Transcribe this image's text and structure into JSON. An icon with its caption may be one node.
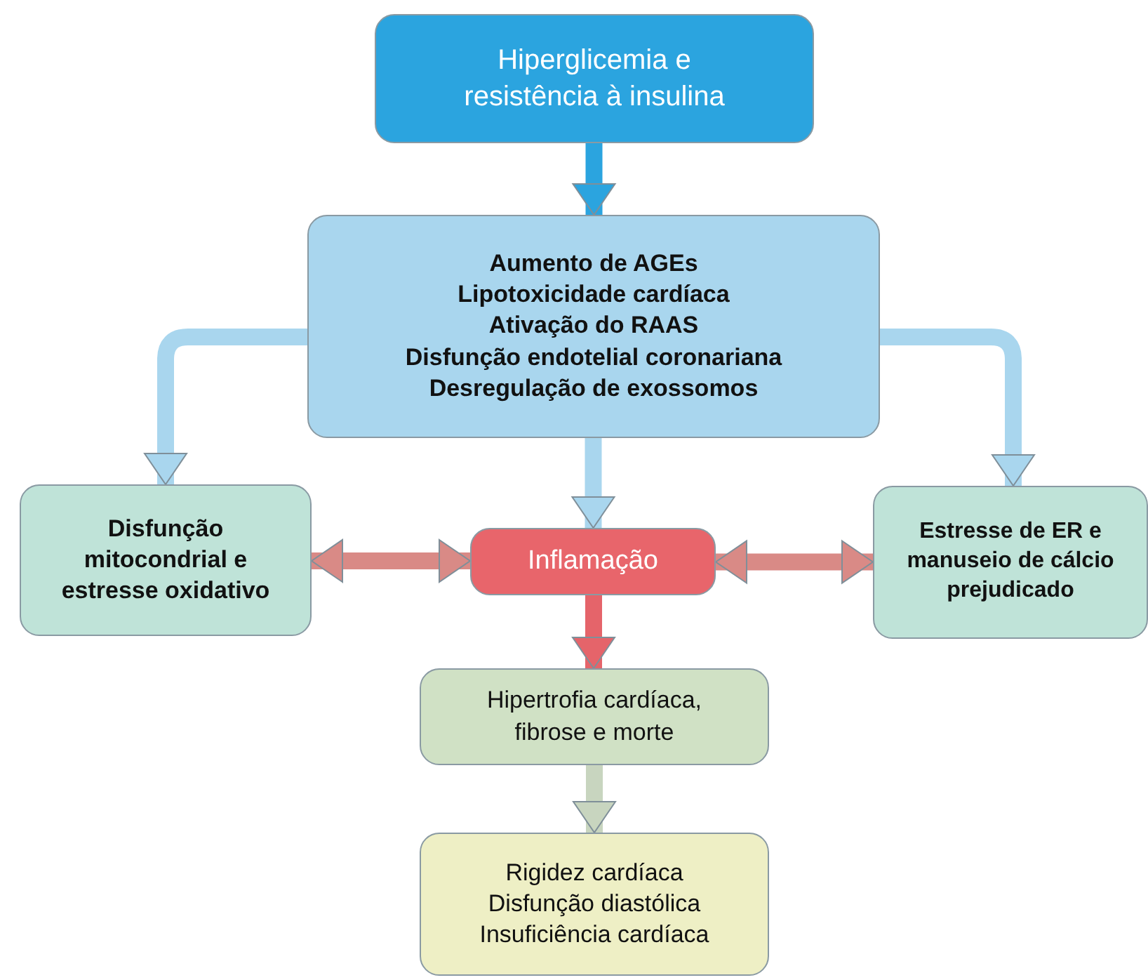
{
  "diagram": {
    "nodes": [
      {
        "text": [
          "Hiperglicemia e resistência à insulina"
        ]
      },
      {
        "text": [
          "Aumento de AGEs",
          "Lipotoxicidade cardíaca",
          "Ativação do RAAS",
          "Disfunção endotelial coronariana",
          "Desregulação de exossomos"
        ]
      },
      {
        "text": [
          "Disfunção mitocondrial e estresse oxidativo"
        ]
      },
      {
        "text": [
          "Inflamação"
        ]
      },
      {
        "text": [
          "Estresse de ER e manuseio de cálcio prejudicado"
        ]
      },
      {
        "text": [
          "Hipertrofia cardíaca, fibrose e morte"
        ]
      },
      {
        "text": [
          "Rigidez cardíaca",
          "Disfunção diastólica",
          "Insuficiência cardíaca"
        ]
      }
    ],
    "edges": [
      {
        "from": 0,
        "to": 1,
        "arrow": "to",
        "color": "#2ba4df"
      },
      {
        "from": 1,
        "to": 2,
        "arrow": "to"
      },
      {
        "from": 1,
        "to": 3,
        "arrow": "to"
      },
      {
        "from": 1,
        "to": 4,
        "arrow": "to"
      },
      {
        "from": 3,
        "to": 2,
        "arrow": "both",
        "color": "#d98a86"
      },
      {
        "from": 3,
        "to": 4,
        "arrow": "both",
        "color": "#d98a86"
      },
      {
        "from": 3,
        "to": 5,
        "arrow": "to",
        "color": "#e5646a"
      },
      {
        "from": 5,
        "to": 6,
        "arrow": "to",
        "color": "#c8d5bf"
      }
    ]
  }
}
